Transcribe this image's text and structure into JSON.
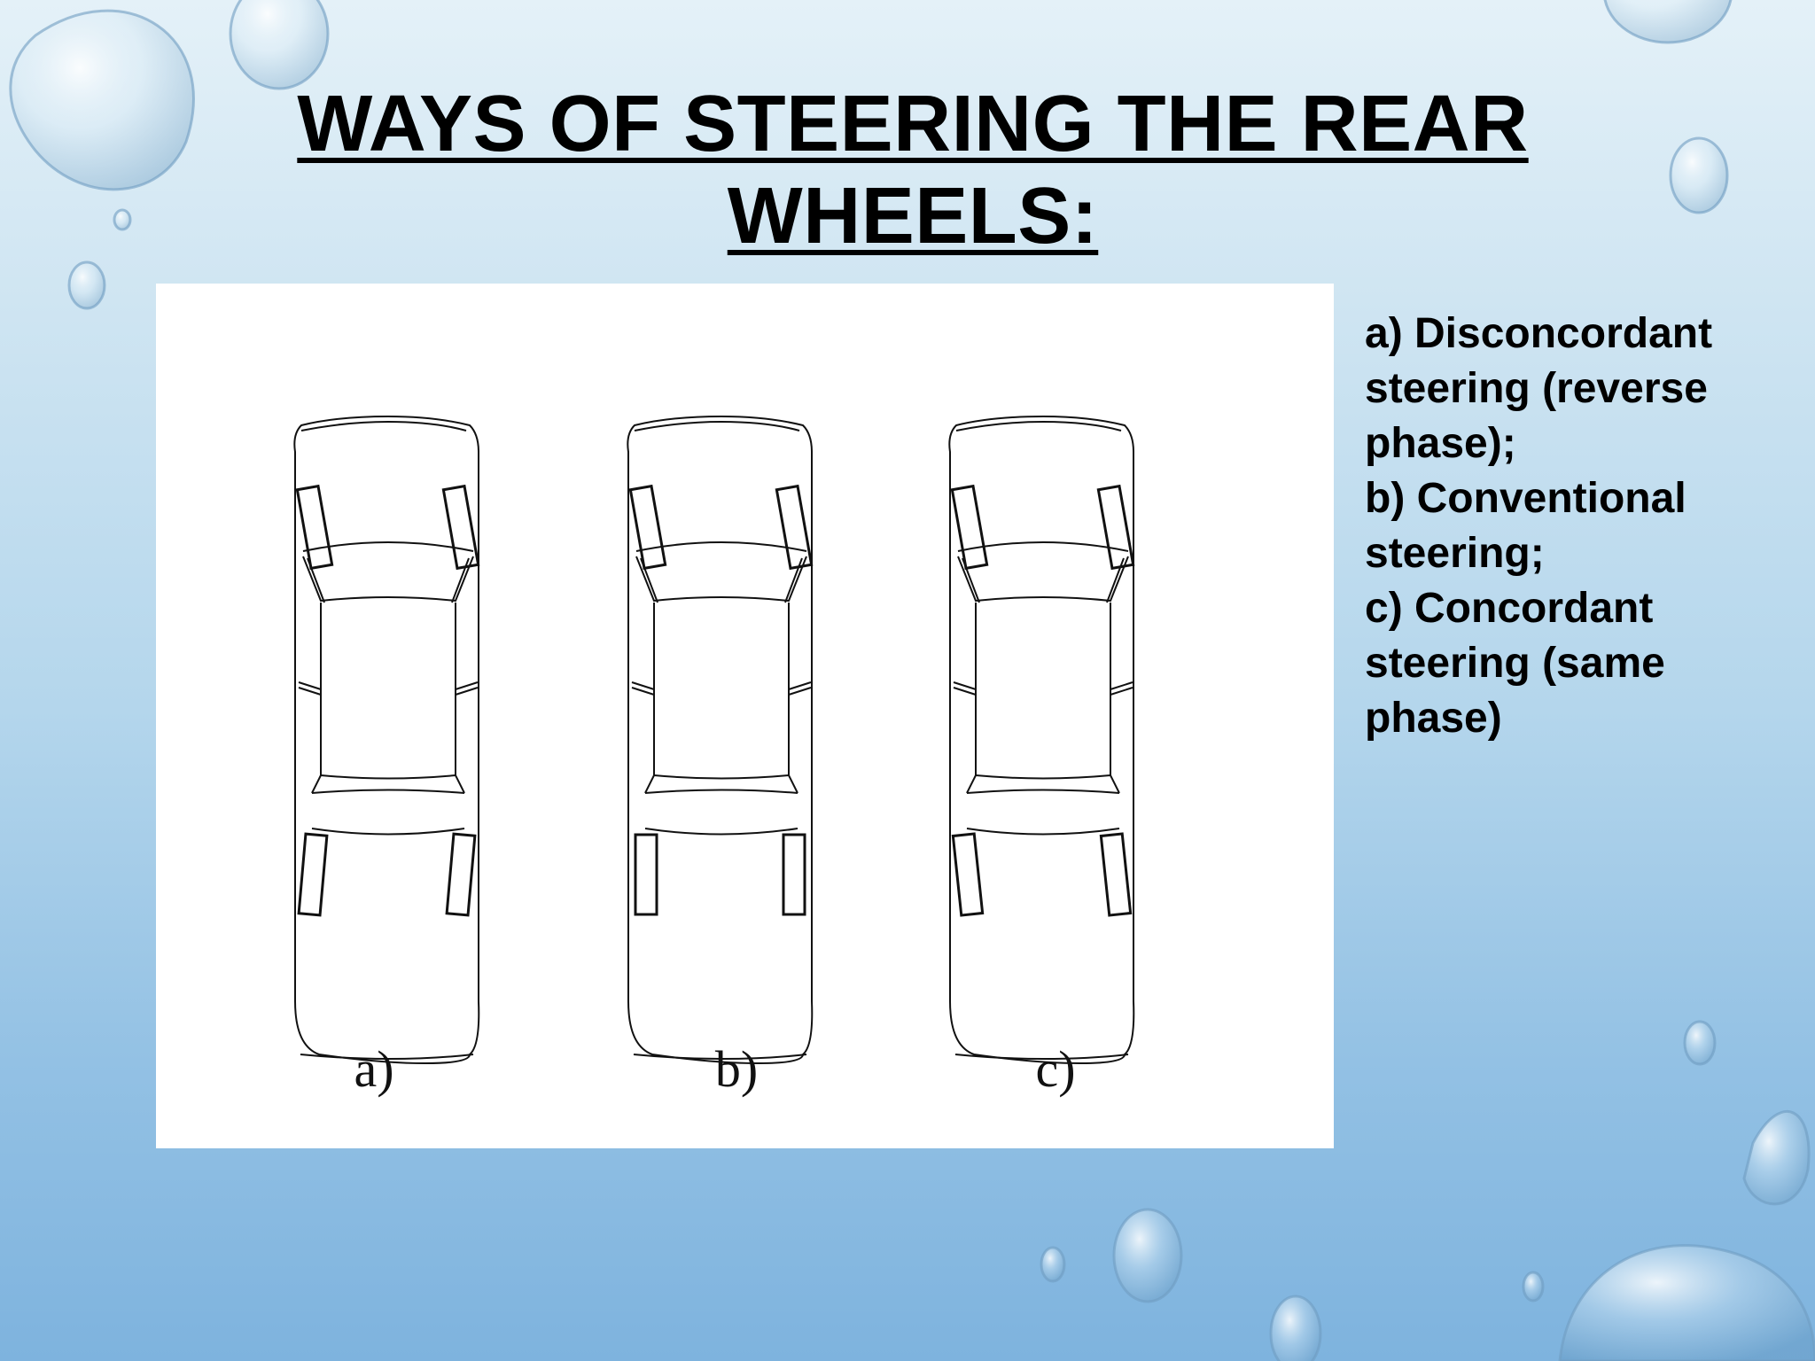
{
  "slide": {
    "title_line1": "WAYS OF STEERING THE REAR",
    "title_line2": "WHEELS:"
  },
  "figure": {
    "captions": [
      "a)",
      "b)",
      "c)"
    ]
  },
  "legend": {
    "items": [
      "a) Disconcordant steering (reverse phase);",
      "b) Conventional steering;",
      "c) Concordant steering (same phase)"
    ]
  }
}
